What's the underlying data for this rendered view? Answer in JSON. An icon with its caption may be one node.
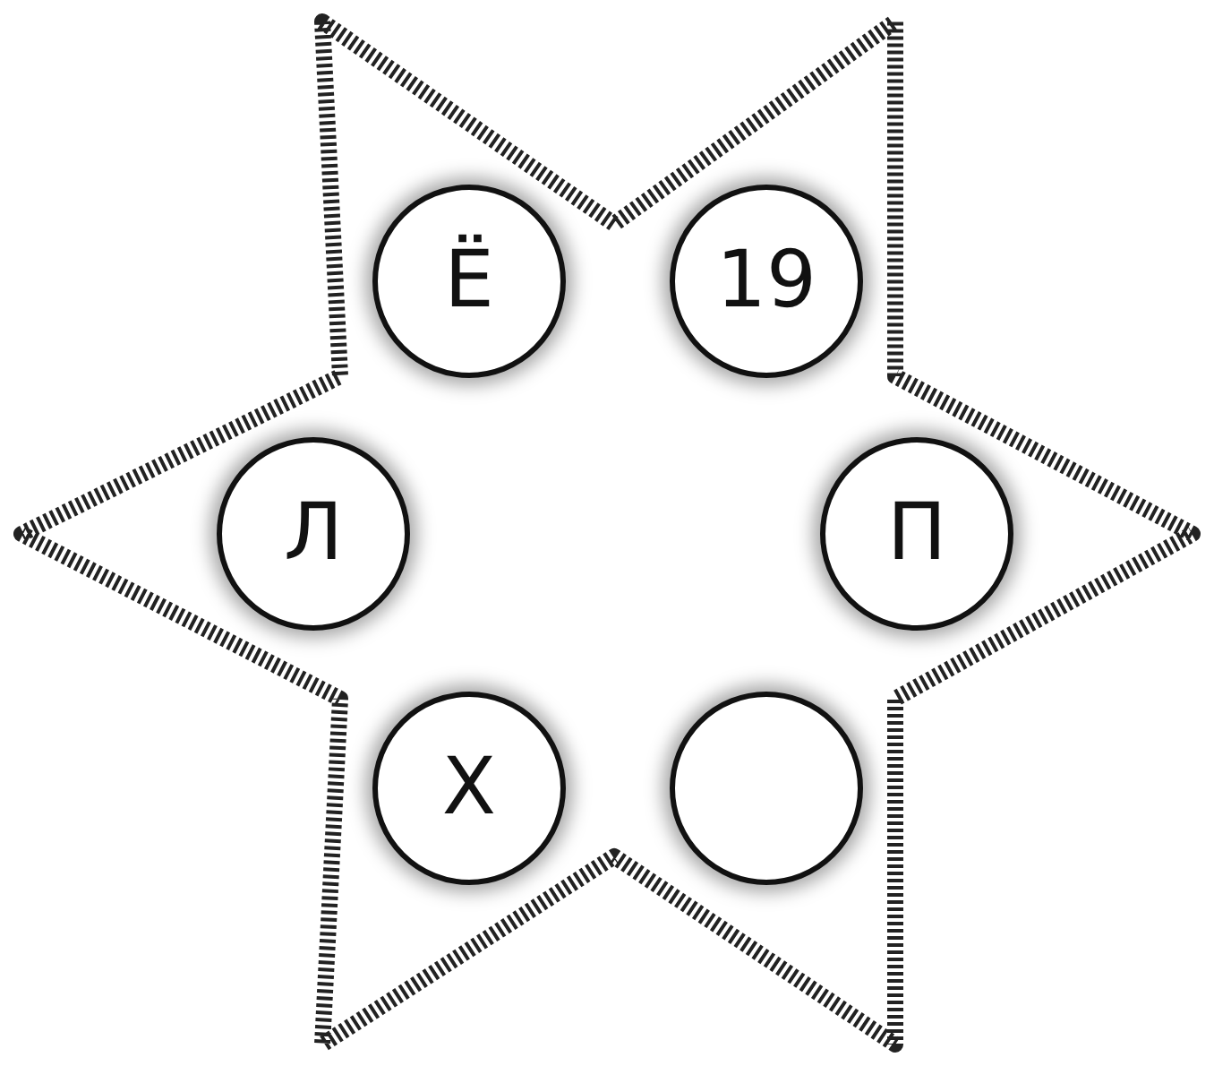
{
  "diagram": {
    "nodes": [
      {
        "text": [
          "Ё"
        ]
      },
      {
        "text": [
          "19"
        ]
      },
      {
        "text": [
          "Л"
        ]
      },
      {
        "text": [
          "П"
        ]
      },
      {
        "text": [
          "Х"
        ]
      },
      {
        "text": [],
        "shape": "circle"
      }
    ]
  }
}
